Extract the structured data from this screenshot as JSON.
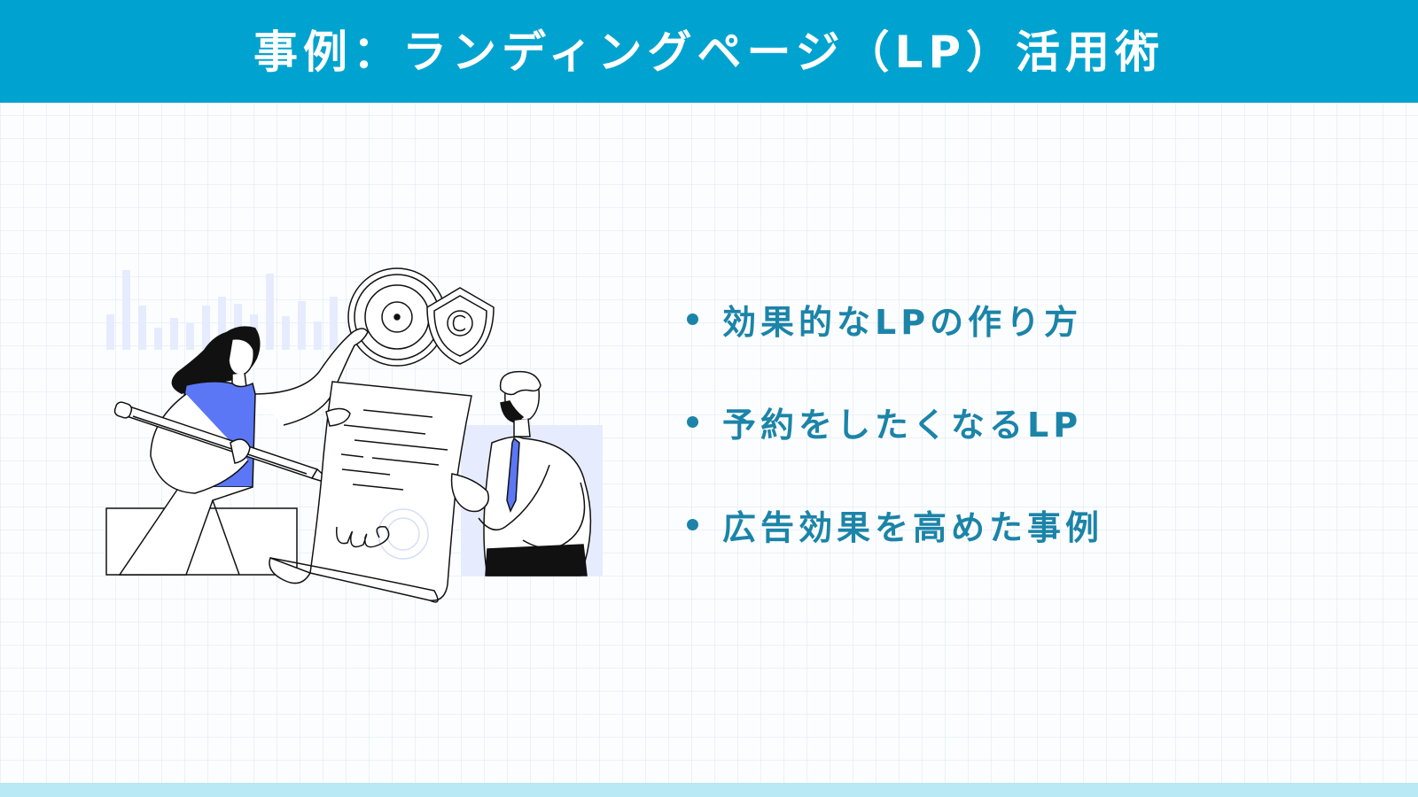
{
  "header": {
    "title": "事例：ランディングページ（LP）活用術",
    "background_color": "#00a3cf",
    "text_color": "#ffffff"
  },
  "bullets": [
    "効果的なLPの作り方",
    "予約をしたくなるLP",
    "広告効果を高めた事例"
  ],
  "colors": {
    "accent_text": "#1b84a8",
    "illustration_blue": "#5b77f5",
    "illustration_light": "#e6ecfd",
    "footer_bar": "#b9e9f4"
  },
  "illustration": {
    "icons": [
      "bar-chart-icon",
      "gear-disc-icon",
      "copyright-shield-icon",
      "pencil-icon",
      "contract-scroll-icon",
      "signature-icon"
    ]
  }
}
